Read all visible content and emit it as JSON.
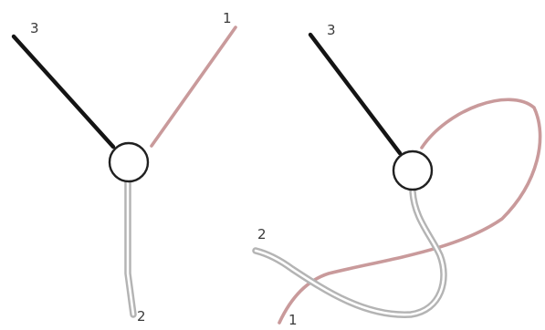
{
  "colors": {
    "strand_3": "#141414",
    "strand_1": "#c99a9b",
    "strand_2": "#b4b4b4",
    "hub_outline": "#202020",
    "background": "#ffffff"
  },
  "left_figure": {
    "label_3": "3",
    "label_1": "1",
    "label_2": "2"
  },
  "right_figure": {
    "label_3": "3",
    "label_2": "2",
    "label_1": "1"
  }
}
